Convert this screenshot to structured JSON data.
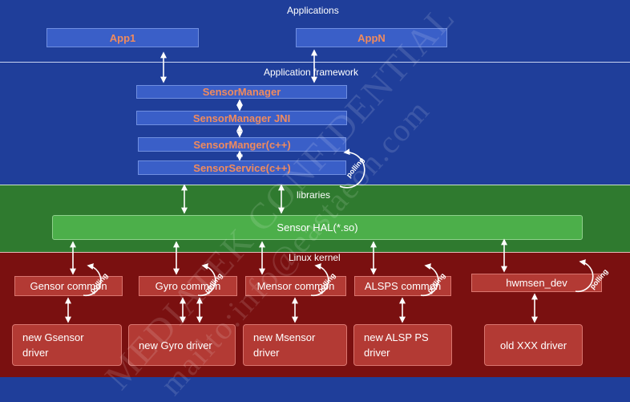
{
  "bands": {
    "applications": "Applications",
    "framework": "Application framework",
    "libraries": "libraries",
    "kernel": "Linux kernel"
  },
  "apps": {
    "app1": "App1",
    "appn": "AppN"
  },
  "framework": {
    "sensor_manager": "SensorManager",
    "sensor_manager_jni": "SensorManager JNI",
    "sensor_manager_cpp": "SensorManger(c++)",
    "sensor_service_cpp": "SensorService(c++)"
  },
  "hal": "Sensor HAL(*.so)",
  "kernel_modules": [
    "Gensor  common",
    "Gyro common",
    "Mensor common",
    "ALSPS common",
    "hwmsen_dev"
  ],
  "drivers": [
    "new Gsensor\ndriver",
    "new Gyro driver",
    "new Msensor\ndriver",
    "new ALSP PS\n driver",
    "old  XXX  driver"
  ],
  "polling_label": "polling",
  "watermark": {
    "line1": "MEDIATEK CONFIDENTIAL",
    "line2": "mailto:info@eastaeon.com"
  },
  "colors": {
    "app_band": "#1f3e9a",
    "lib_band": "#2f7a2f",
    "kernel_band": "#7a1010",
    "box_text": "#f08a5d"
  }
}
